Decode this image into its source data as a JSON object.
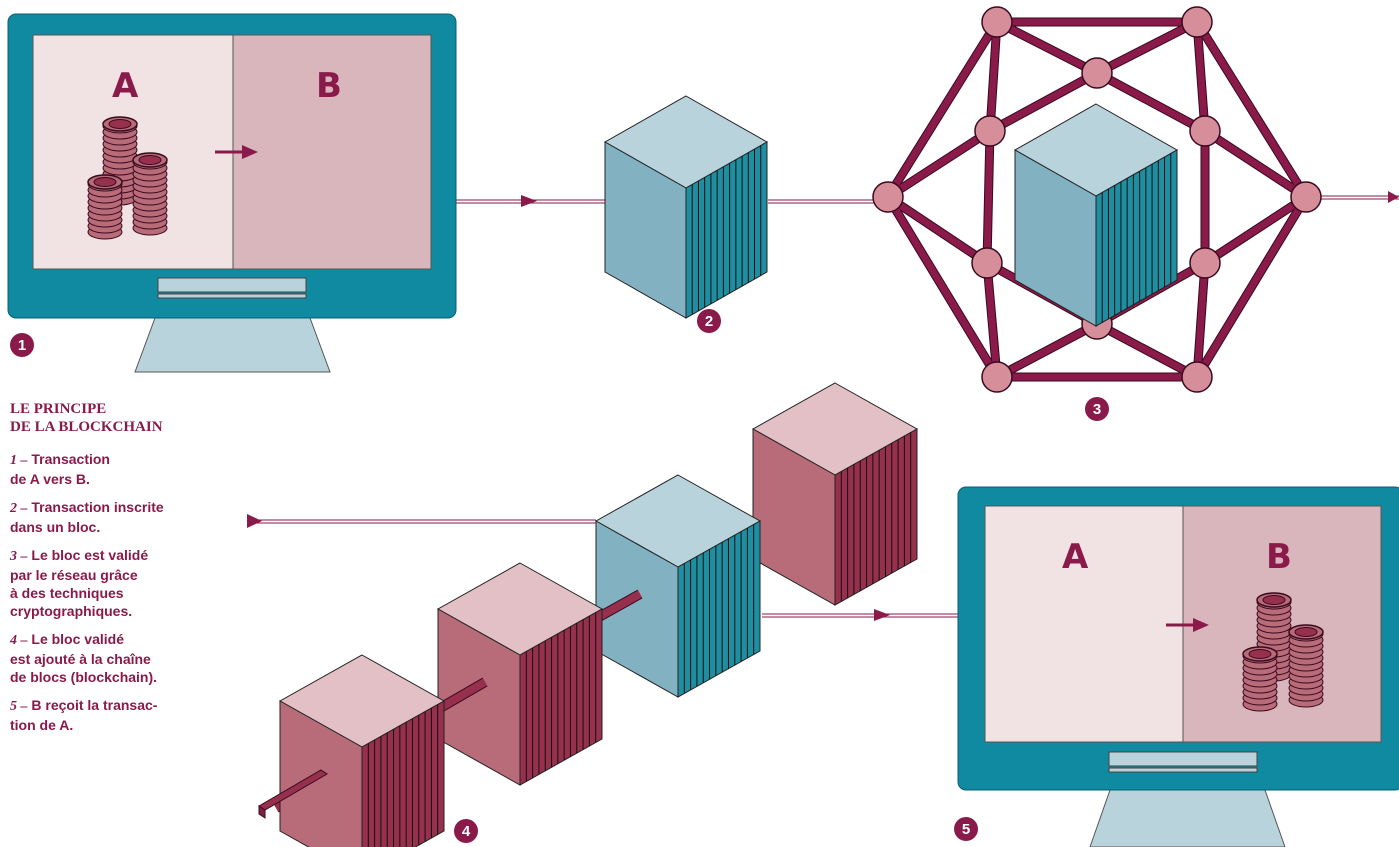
{
  "labels": {
    "sender": "A",
    "receiver": "B",
    "steps": [
      "1",
      "2",
      "3",
      "4",
      "5"
    ]
  },
  "legend": {
    "title_line1": "LE PRINCIPE",
    "title_line2": "DE LA BLOCKCHAIN",
    "items": [
      {
        "num": "1 –",
        "line1": "Transaction",
        "line2": "de A vers B."
      },
      {
        "num": "2 –",
        "line1": "Transaction inscrite",
        "line2": "dans un bloc."
      },
      {
        "num": "3 –",
        "line1": "Le bloc est validé",
        "line2": "par le réseau grâce",
        "line3": "à des techniques",
        "line4": "cryptographiques."
      },
      {
        "num": "4 –",
        "line1": "Le bloc validé",
        "line2": "est ajouté à la chaîne",
        "line3": "de blocs (blockchain)."
      },
      {
        "num": "5 –",
        "line1": "B reçoit la transac-",
        "line2": "tion de A."
      }
    ]
  },
  "colors": {
    "teal": "#0f8aa0",
    "screen_left": "#f1e3e4",
    "screen_right": "#d9b6bb",
    "stand": "#b9d3dc",
    "maroon": "#8a1a4a",
    "node": "#d58e9a",
    "blue_top": "#b9d3dc",
    "blue_left": "#82b1c2",
    "blue_right": "#1f8ea0",
    "pink_top": "#e2c0c5",
    "pink_left": "#b86b79",
    "pink_right": "#96304d",
    "coin": "#b86b79"
  }
}
